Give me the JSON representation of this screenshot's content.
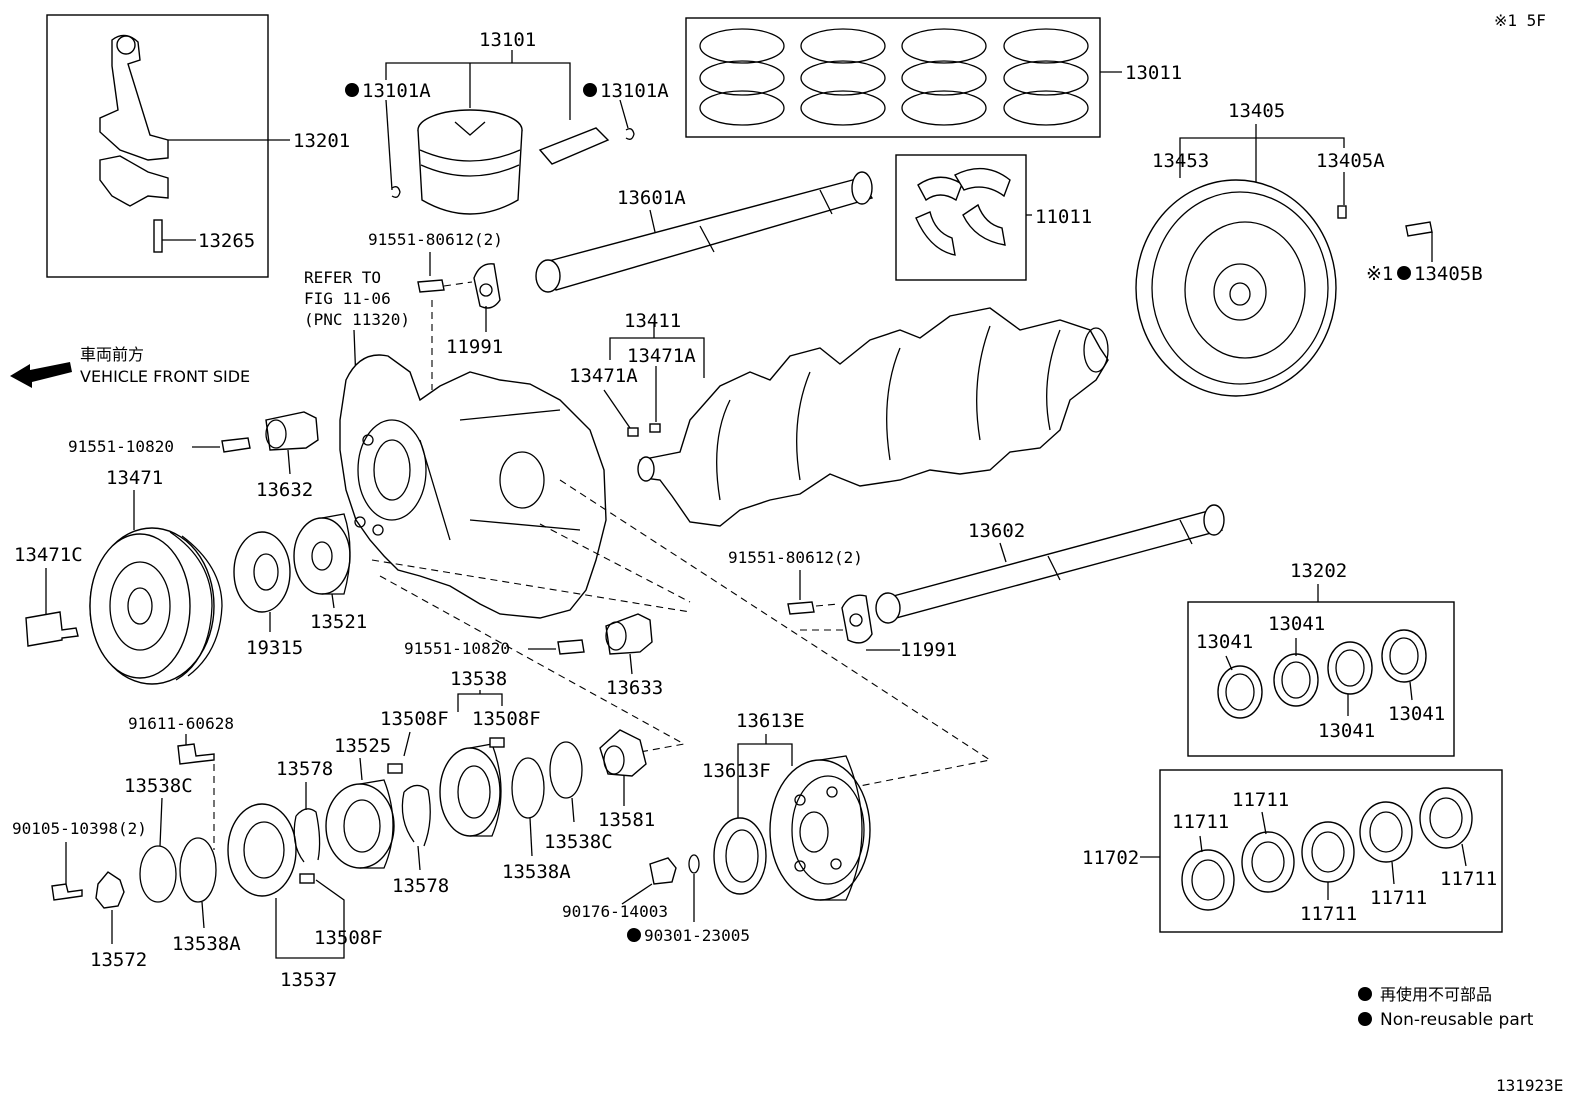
{
  "corner_code": "※1 5F",
  "figure_code": "131923E",
  "direction": {
    "jp": "車両前方",
    "en": "VEHICLE FRONT SIDE"
  },
  "refer": {
    "line1": "REFER TO",
    "line2": "FIG 11-06",
    "line3": "(PNC 11320)"
  },
  "legend": {
    "jp": "再使用不可部品",
    "en": "Non-reusable part"
  },
  "labels": {
    "p13101": "13101",
    "p13101A_l": "13101A",
    "p13101A_r": "13101A",
    "p13011": "13011",
    "p13201": "13201",
    "p13265": "13265",
    "p13405": "13405",
    "p13453": "13453",
    "p13405A": "13405A",
    "p13405B": "13405B",
    "p13405B_prefix": "※1",
    "p13601A": "13601A",
    "p11011": "11011",
    "p91551_80612_a": "91551-80612(2)",
    "p11991_a": "11991",
    "p13411": "13411",
    "p13471A_a": "13471A",
    "p13471A_b": "13471A",
    "p91551_10820_a": "91551-10820",
    "p13632": "13632",
    "p13471": "13471",
    "p13471C": "13471C",
    "p19315": "19315",
    "p13521": "13521",
    "p13602": "13602",
    "p91551_80612_b": "91551-80612(2)",
    "p11991_b": "11991",
    "p13202": "13202",
    "p13041_a": "13041",
    "p13041_b": "13041",
    "p13041_c": "13041",
    "p13041_d": "13041",
    "p91551_10820_b": "91551-10820",
    "p13633": "13633",
    "p13538": "13538",
    "p13508F_a": "13508F",
    "p13508F_b": "13508F",
    "p13508F_c": "13508F",
    "p91611_60628": "91611-60628",
    "p13525": "13525",
    "p13578_a": "13578",
    "p13578_b": "13578",
    "p13538C_a": "13538C",
    "p13538C_b": "13538C",
    "p90105_10398": "90105-10398(2)",
    "p13572": "13572",
    "p13538A_a": "13538A",
    "p13538A_b": "13538A",
    "p13537": "13537",
    "p13581": "13581",
    "p13613E": "13613E",
    "p13613F": "13613F",
    "p90176_14003": "90176-14003",
    "p90301_23005": "90301-23005",
    "p11711_a": "11711",
    "p11711_b": "11711",
    "p11711_c": "11711",
    "p11711_d": "11711",
    "p11711_e": "11711",
    "p11702": "11702"
  }
}
